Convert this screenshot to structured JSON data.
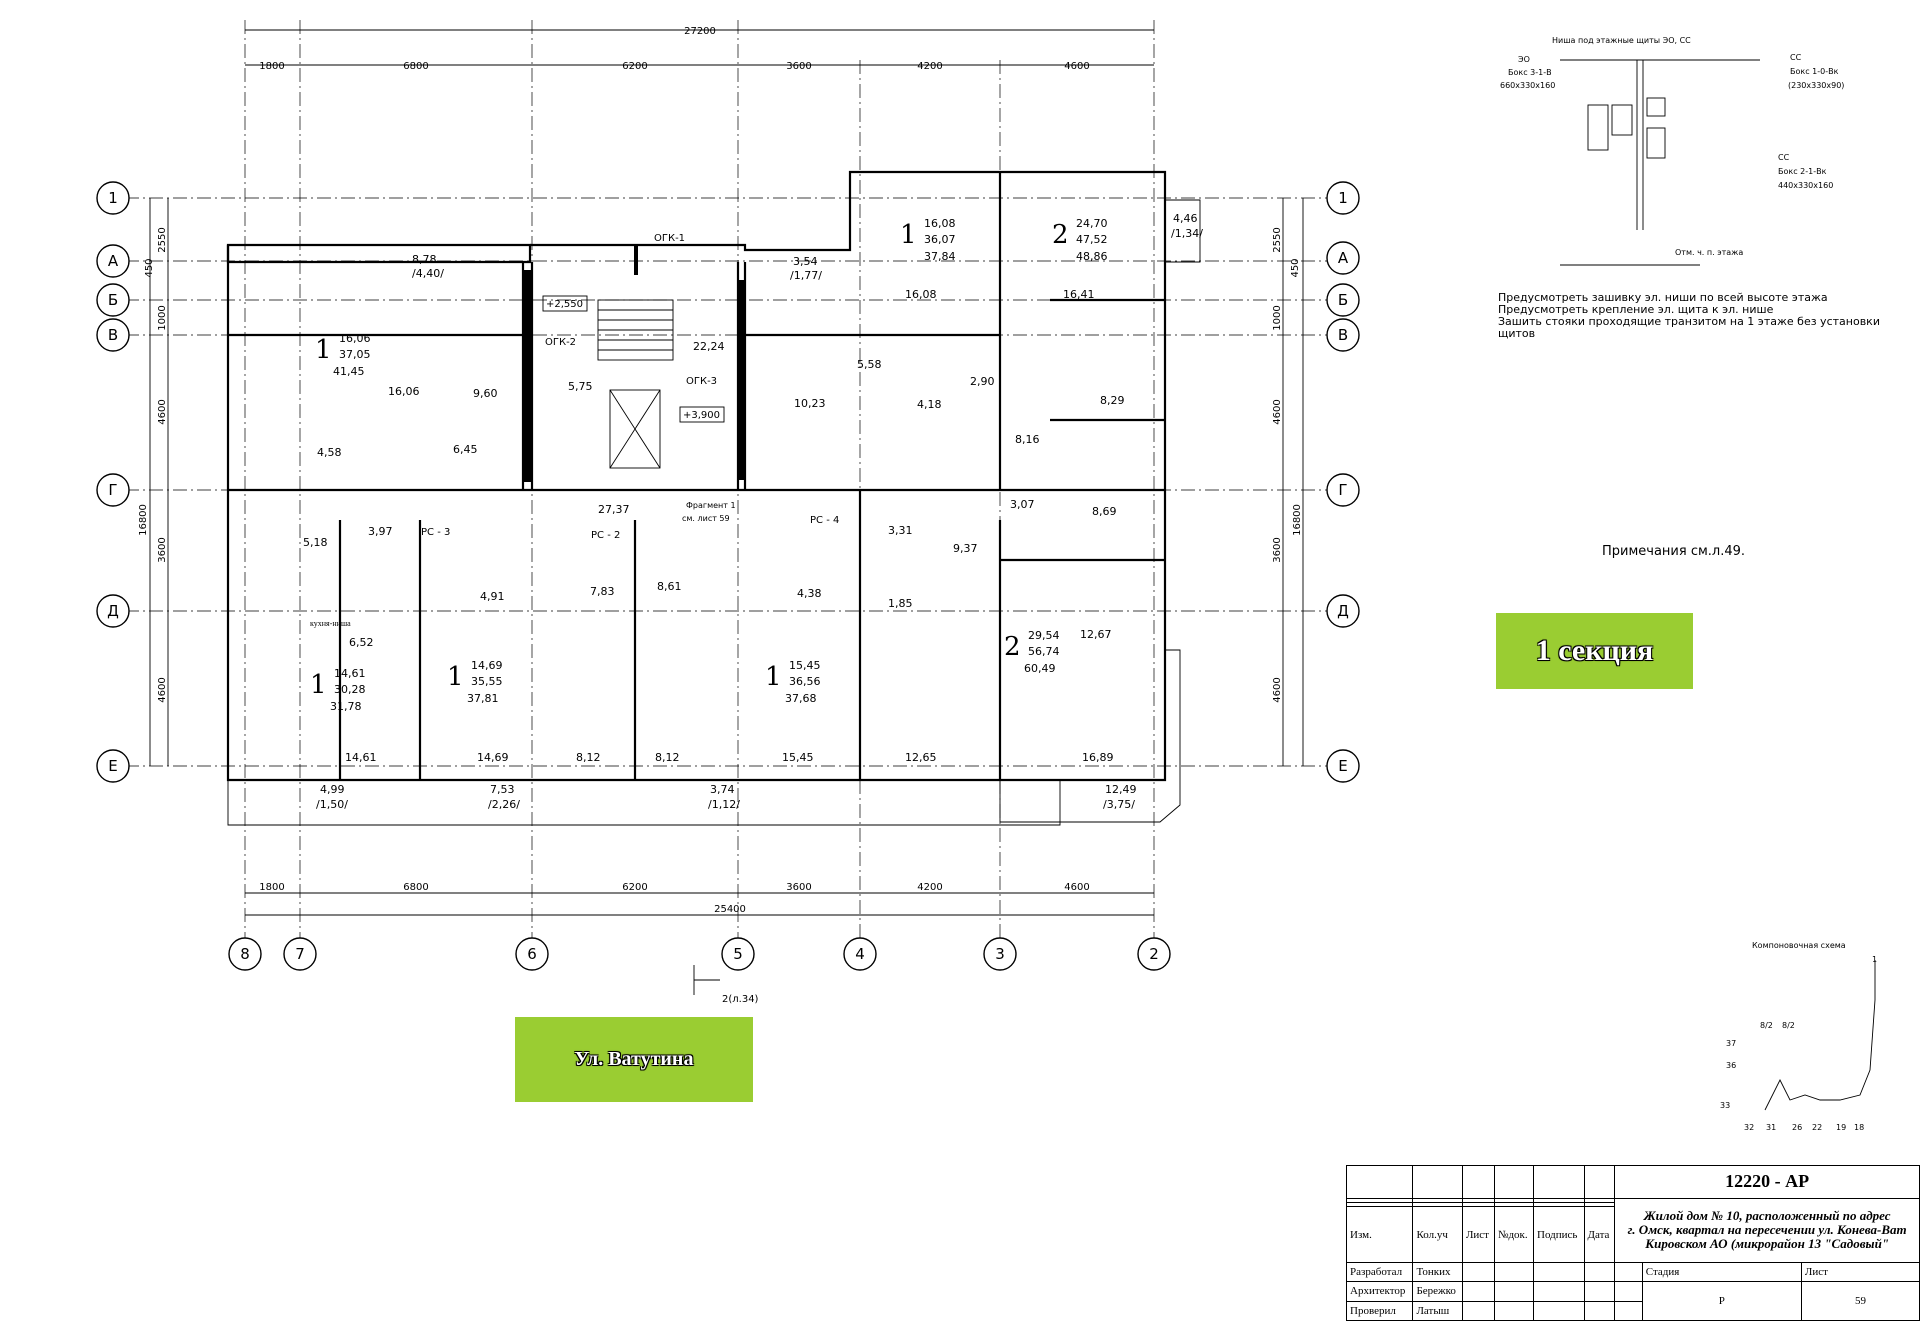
{
  "drawing": {
    "dims_top_total": "27200",
    "dims_top": [
      "1800",
      "6800",
      "6200",
      "3600",
      "4200",
      "4600"
    ],
    "dims_bottom_total": "25400",
    "dims_bottom": [
      "1800",
      "6800",
      "6200",
      "3600",
      "4200",
      "4600"
    ],
    "dims_left_total": "16800",
    "dims_left": [
      "2550",
      "450",
      "1000",
      "4600",
      "3600",
      "4600"
    ],
    "dims_right_total": "16800",
    "dims_right": [
      "2550",
      "450",
      "1000",
      "4600",
      "3600",
      "4600"
    ],
    "axes_rows": [
      "1",
      "А",
      "Б",
      "В",
      "Г",
      "Д",
      "Е"
    ],
    "axes_cols": [
      "8",
      "7",
      "6",
      "5",
      "4",
      "3",
      "2"
    ],
    "apartments": [
      {
        "rooms": "1",
        "living": "16,06",
        "total_a": "37,05",
        "total": "41,45"
      },
      {
        "rooms": "1",
        "living": "16,08",
        "total_a": "36,07",
        "total": "37,84"
      },
      {
        "rooms": "2",
        "living": "24,70",
        "total_a": "47,52",
        "total": "48,86"
      },
      {
        "rooms": "1",
        "living": "14,61",
        "total_a": "30,28",
        "total": "31,78"
      },
      {
        "rooms": "1",
        "living": "14,69",
        "total_a": "35,55",
        "total": "37,81"
      },
      {
        "rooms": "1",
        "living": "15,45",
        "total_a": "36,56",
        "total": "37,68"
      },
      {
        "rooms": "2",
        "living": "29,54",
        "total_a": "56,74",
        "total": "60,49"
      }
    ],
    "room_areas": [
      "16,06",
      "9,60",
      "6,45",
      "4,58",
      "5,75",
      "22,24",
      "10,23",
      "5,58",
      "4,18",
      "2,90",
      "16,08",
      "16,41",
      "8,29",
      "8,16",
      "3,07",
      "8,69",
      "27,37",
      "3,97",
      "5,18",
      "6,52",
      "4,91",
      "7,83",
      "8,61",
      "4,38",
      "3,31",
      "1,85",
      "9,37",
      "12,67",
      "14,61",
      "14,69",
      "8,12",
      "8,12",
      "15,45",
      "12,65",
      "16,89"
    ],
    "balconies": [
      "8,78",
      "/4,40/",
      "3,54",
      "/1,77/",
      "4,46",
      "/1,34/",
      "4,99",
      "/1,50/",
      "7,53",
      "/2,26/",
      "3,74",
      "/1,12/",
      "12,49",
      "/3,75/"
    ],
    "levels": [
      "+2,550",
      "+3,900"
    ],
    "labels": {
      "ogk1": "ОГК-1",
      "ogk2": "ОГК-2",
      "ogk3": "ОГК-3",
      "rs2": "РС - 2",
      "rs3": "РС - 3",
      "rs4": "РС - 4",
      "fragment": "Фрагмент 1",
      "fragment_sheet": "см. лист 59",
      "kitchen_niche": "кухня-ниша",
      "section_mark": "2(л.34)"
    }
  },
  "niche_detail": {
    "title": "Ниша под этажные щиты ЭО, СС",
    "box1_code": "ЭО",
    "box1_name": "Бокс 3-1-В",
    "box1_size": "660х330х160",
    "box2_code": "СС",
    "box2_name": "Бокс 1-0-Вк",
    "box2_size": "(230х330х90)",
    "box3_code": "СС",
    "box3_name": "Бокс 2-1-Вк",
    "box3_size": "440х330х160",
    "mark_label": "Отм. ч. п. этажа",
    "notes": [
      "Предусмотреть зашивку эл. ниши по всей высоте этажа",
      "Предусмотреть крепление эл. щита к эл. нише",
      "Зашить стояки проходящие транзитом на 1 этаже без установки щитов"
    ]
  },
  "remark": "Примечания см.л.49.",
  "section_label": "1 секция",
  "street_label": "Ул. Ватутина",
  "key_plan": {
    "title": "Компоновочная схема",
    "axes": [
      "1",
      "8/2",
      "8/2",
      "37",
      "36",
      "33",
      "32",
      "31",
      "26",
      "22",
      "19",
      "18"
    ]
  },
  "stamp": {
    "code": "12220 - АР",
    "address_1": "Жилой дом № 10, расположенный по адрес",
    "address_2": "г. Омск, квартал на пересечении ул. Конева-Ват",
    "address_3": "Кировском АО (микрорайон 13 \"Садовый\"",
    "col_headers": [
      "Изм.",
      "Кол.уч",
      "Лист",
      "№док.",
      "Подпись",
      "Дата"
    ],
    "roles": [
      "Разработал",
      "Архитектор",
      "Проверил"
    ],
    "names": [
      "Тонких",
      "Бережко",
      "Латыш"
    ],
    "stage_label": "Стадия",
    "sheet_label": "Лист",
    "stage": "Р",
    "sheet": "59"
  }
}
